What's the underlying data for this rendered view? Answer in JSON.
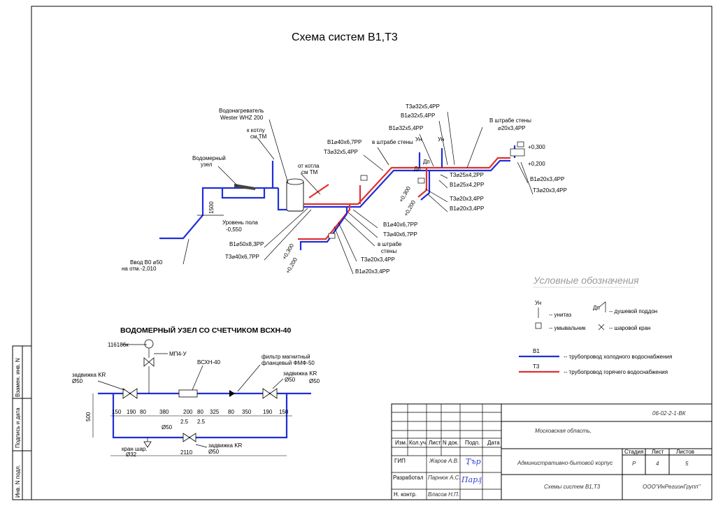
{
  "main_title": "Схема систем В1,Т3",
  "iso_labels": {
    "heater": "Водонагреватель",
    "heater_model": "Wester WHZ 200",
    "to_boiler": "к котлу",
    "to_boiler_tm": "см ТМ",
    "meter": "Водомерный",
    "meter2": "узел",
    "from_boiler": "от котла",
    "from_boiler_tm": "см ТМ",
    "floor_level": "Уровень пола",
    "floor_mark": "-0,550",
    "height_1500": "1500",
    "inlet": "Ввод В0 ⌀50",
    "inlet_mark": "на отм.-2,010",
    "b1_50": "В1⌀50х8,3РР",
    "t3_40a": "Т3⌀40х6,7РР",
    "b1_40a": "В1⌀40х6,7РР",
    "t3_32a": "Т3⌀32х5,4РР",
    "in_wall_groove": "в штрабе стены",
    "t3_32b": "Т3⌀32х5,4РР",
    "b1_32b": "В1⌀32х5,4РР",
    "b1_32c": "В1⌀32х5,4РР",
    "in_wall_groove2": "В штрабе стены",
    "d20": "⌀20х3,4РР",
    "mark_p0300a": "+0,300",
    "mark_p0200a": "+0,200",
    "b1_20a": "В1⌀20х3,4РР",
    "t3_20a": "Т3⌀20х3,4РР",
    "t3_25": "Т3⌀25х4,2РР",
    "b1_25": "В1⌀25х4,2РР",
    "t3_20b": "Т3⌀20х3,4РР",
    "b1_20b": "В1⌀20х3,4РР",
    "mark_p0300b": "+0,300",
    "mark_p0200b": "+0,200",
    "b1_40b": "В1⌀40х6,7РР",
    "t3_40b": "Т3⌀40х6,7РР",
    "in_groove": "в штрабе",
    "walls": "стены",
    "t3_20c": "Т3⌀20х3,4РР",
    "b1_20c": "В1⌀20х3,4РР",
    "mark_p0300c": "+0,300",
    "mark_p0200c": "+0,200",
    "un": "Ун",
    "dp": "Дп"
  },
  "legend": {
    "title": "Условные обозначения",
    "toilet_code": "Ун",
    "toilet": "-- унитаз",
    "shower_code": "Дп",
    "shower": "-- душевой поддон",
    "sink": "-- умывальник",
    "valve": "-- шаровой кран",
    "cold_code": "В1",
    "cold": "-- трубопровод холодного водоснабжения",
    "hot_code": "Т3",
    "hot": "-- трубопровод горячего водоснабжения"
  },
  "meter_node": {
    "title": "ВОДОМЕРНЫЙ УЗЕЛ СО СЧЕТЧИКОМ ВСХН-40",
    "code_11618": "11618бк",
    "mp4": "МП4-У",
    "vskhn": "ВСХН-40",
    "filter1": "фильтр магнитный",
    "filter2": "фланцевый ФМФ-50",
    "gate_left": "задвижка KR",
    "d50_left": "Ø50",
    "gate_right": "задвижка KR",
    "d50_right": "Ø50",
    "d50_end": "Ø50",
    "dim_500": "500",
    "dims": [
      "150",
      "190",
      "80",
      "380",
      "200",
      "80",
      "325",
      "80",
      "350",
      "190",
      "150"
    ],
    "dim_25a": "2.5",
    "dim_25b": "2.5",
    "d50_bottom": "Ø50",
    "tap1": "кран шар.",
    "tap2": "Ø32",
    "gate_bottom": "задвижка KR",
    "d50_gate_bottom": "Ø50",
    "total": "2110"
  },
  "side_strip": {
    "replace": "Взамен. инв. N",
    "sign_date": "Подпись и дата",
    "inv_no": "Инв. N подл."
  },
  "title_block": {
    "code": "06-02-2-1-ВК",
    "headers": [
      "Изм.",
      "Кол.уч.",
      "Лист",
      "N док.",
      "Подп.",
      "Дата"
    ],
    "region": "Московская область,",
    "gip_role": "ГИП",
    "gip_name": "Жаров А.В.",
    "dev_role": "Разработал",
    "dev_name": "Парнюк  А.С.",
    "ctrl_role": "Н. контр.",
    "ctrl_name": "Власов Н.П.",
    "building": "Административно-бытовой корпус",
    "stage_h": "Стадия",
    "sheet_h": "Лист",
    "sheets_h": "Листов",
    "stage": "Р",
    "sheet": "4",
    "sheets": "5",
    "doc_title": "Схемы систем В1,Т3",
    "company": "ООО\"ИнРегионГрупп\""
  },
  "colors": {
    "cold": "#1f2fd6",
    "hot": "#e03030",
    "legend_title": "#9a9a9a"
  }
}
